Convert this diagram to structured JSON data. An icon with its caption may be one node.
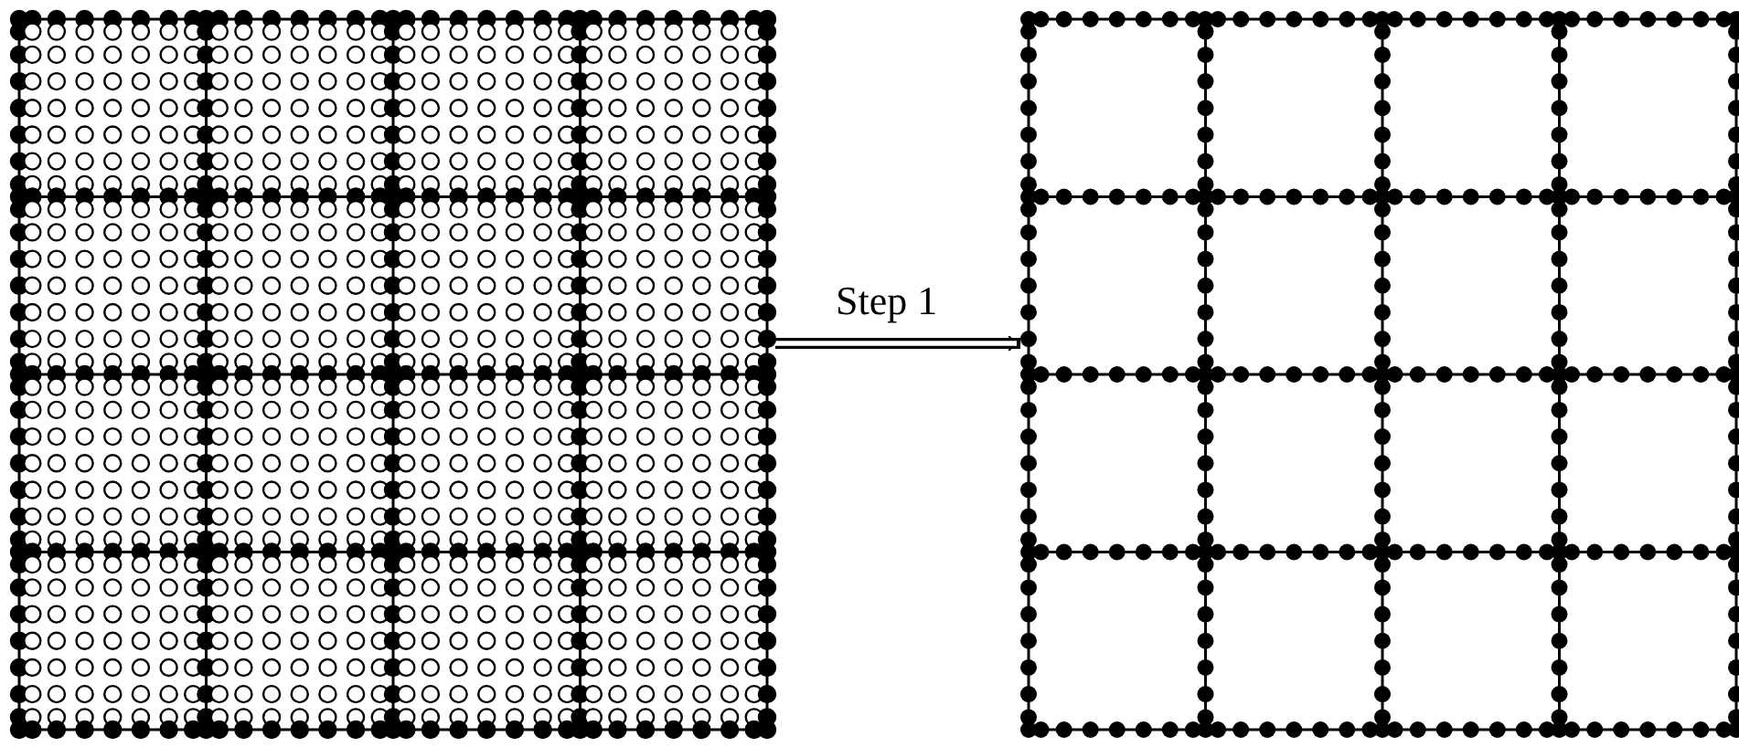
{
  "diagram": {
    "nodes": [
      {
        "text": [],
        "shape": "picture"
      },
      {
        "text": [],
        "shape": "picture"
      }
    ],
    "edges": [
      {
        "from": 0,
        "to": 1,
        "arrow": "to",
        "label": "Step 1"
      }
    ]
  }
}
